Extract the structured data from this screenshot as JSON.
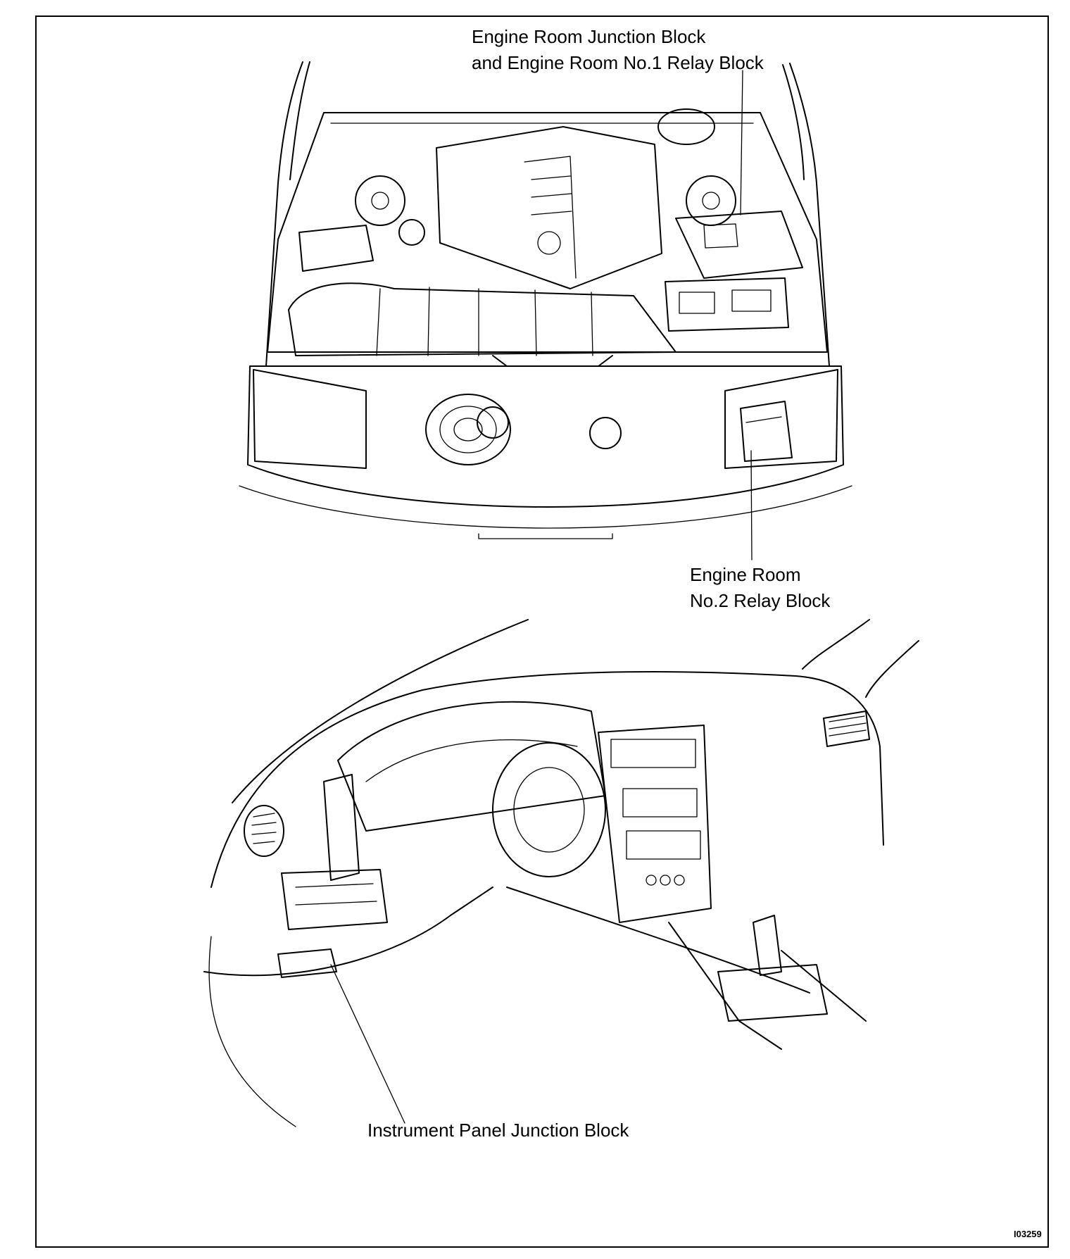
{
  "labels": {
    "engine_room_junction_line1": "Engine Room Junction Block",
    "engine_room_junction_line2": "and Engine Room No.1 Relay Block",
    "relay_block2_line1": "Engine Room",
    "relay_block2_line2": "No.2 Relay Block",
    "instrument_panel_junction": "Instrument Panel Junction Block"
  },
  "figure_code": "I03259"
}
